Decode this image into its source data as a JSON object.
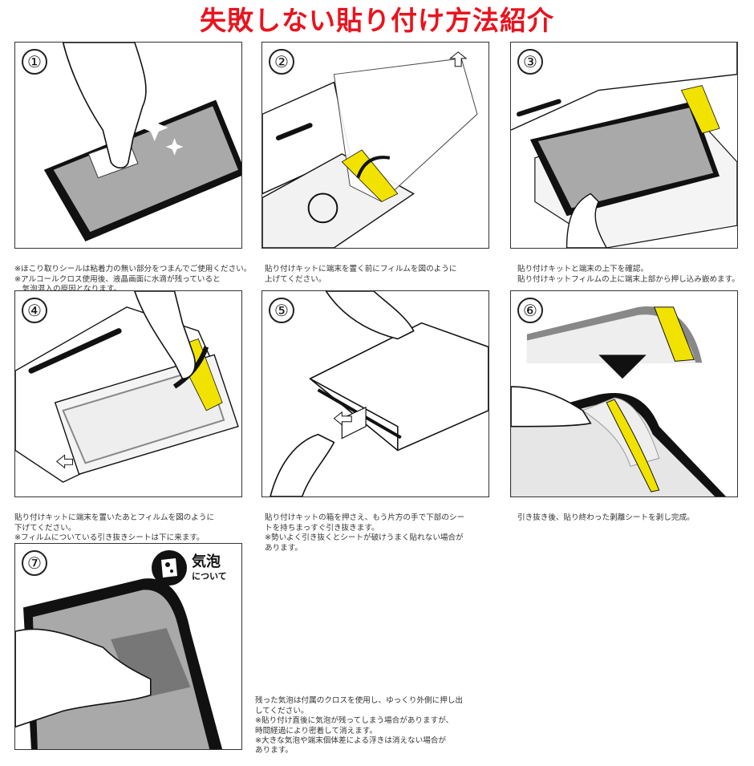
{
  "page_title": "失敗しない貼り付け方法紹介",
  "steps": [
    {
      "number": "①",
      "caption": [
        "※ほこり取りシールは粘着力の無い部分をつまんでご使用ください。",
        "※アルコールクロス使用後、液晶画面に水滴が残っていると",
        "　気泡混入の原因となります。"
      ]
    },
    {
      "number": "②",
      "caption": [
        "貼り付けキットに端末を置く前にフィルムを図のように",
        "上げてください。"
      ]
    },
    {
      "number": "③",
      "caption": [
        "貼り付けキットと端末の上下を確認。",
        "貼り付けキットフィルムの上に端末上部から押し込み嵌めます。"
      ]
    },
    {
      "number": "④",
      "caption": [
        "貼り付けキットに端末を置いたあとフィルムを図のように",
        "下げてください。",
        "※フィルムについている引き抜きシートは下に来ます。"
      ]
    },
    {
      "number": "⑤",
      "caption": [
        "貼り付けキットの箱を押さえ、もう片方の手で下部のシー",
        "トを持ちまっすぐ引き抜きます。",
        "※勢いよく引き抜くとシートが破けうまく貼れない場合が",
        "あります。"
      ]
    },
    {
      "number": "⑥",
      "caption": [
        "引き抜き後、貼り終わった剥離シートを剥し完成。"
      ]
    },
    {
      "number": "⑦",
      "caption": [
        "残った気泡は付属のクロスを使用し、ゆっくり外側に押し出",
        "してください。",
        "※貼り付け直後に気泡が残ってしまう場合がありますが、",
        "時間経過により密着して消えます。",
        "※大きな気泡や端末個体差による浮きは消えない場合が",
        "あります。"
      ]
    }
  ],
  "bubble_badge": {
    "title": "気泡",
    "subtitle": "について"
  },
  "colors": {
    "title": "#e8141e",
    "accent_yellow": "#f2e200",
    "screen_gray": "#a8a8a8"
  }
}
